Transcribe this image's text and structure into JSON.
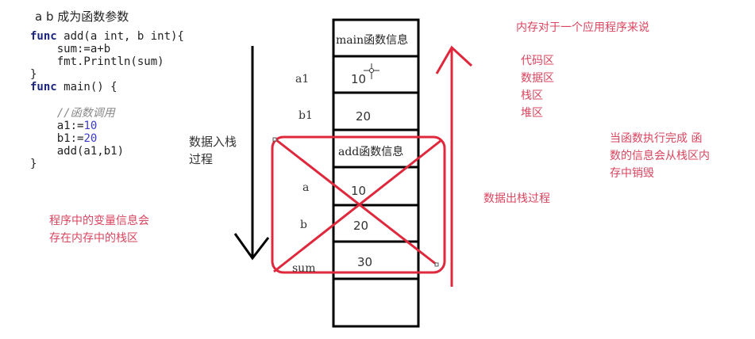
{
  "heading": "a b 成为函数参数",
  "code": {
    "line1": {
      "kw": "func",
      "rest": " add(a int, b int){"
    },
    "line2": "    sum:=a+b",
    "line3": "    fmt.Println(sum)",
    "line4": "}",
    "line5": {
      "kw": "func",
      "rest": " main() {"
    },
    "line6": "    //函数调用",
    "line7": {
      "prefix": "    a1:=",
      "num": "10"
    },
    "line8": {
      "prefix": "    b1:=",
      "num": "20"
    },
    "line9": "    add(a1,b1)",
    "line10": "}"
  },
  "stack": {
    "rows": [
      {
        "label": "",
        "value": "main函数信息"
      },
      {
        "label": "a1",
        "value": "10"
      },
      {
        "label": "b1",
        "value": "20"
      },
      {
        "label": "",
        "value": "add函数信息"
      },
      {
        "label": "a",
        "value": "10"
      },
      {
        "label": "b",
        "value": "20"
      },
      {
        "label": "sum",
        "value": "30"
      },
      {
        "label": "",
        "value": ""
      }
    ]
  },
  "notes": {
    "push_process_line1": "数据入栈",
    "push_process_line2": "过程",
    "pop_process": "数据出栈过程",
    "stack_region_line1": "程序中的变量信息会",
    "stack_region_line2": "存在内存中的栈区",
    "memory_title": "内存对于一个应用程序来说",
    "memory_areas": [
      "代码区",
      "数据区",
      "栈区",
      "堆区"
    ],
    "destroy_line1": "当函数执行完成 函",
    "destroy_line2": "数的信息会从栈区内",
    "destroy_line3": "存中销毁"
  },
  "colors": {
    "annotation_red": "#e0283c",
    "note_red": "#d9455f",
    "keyword_blue": "#1a237e",
    "number_blue": "#3a3ad0"
  }
}
